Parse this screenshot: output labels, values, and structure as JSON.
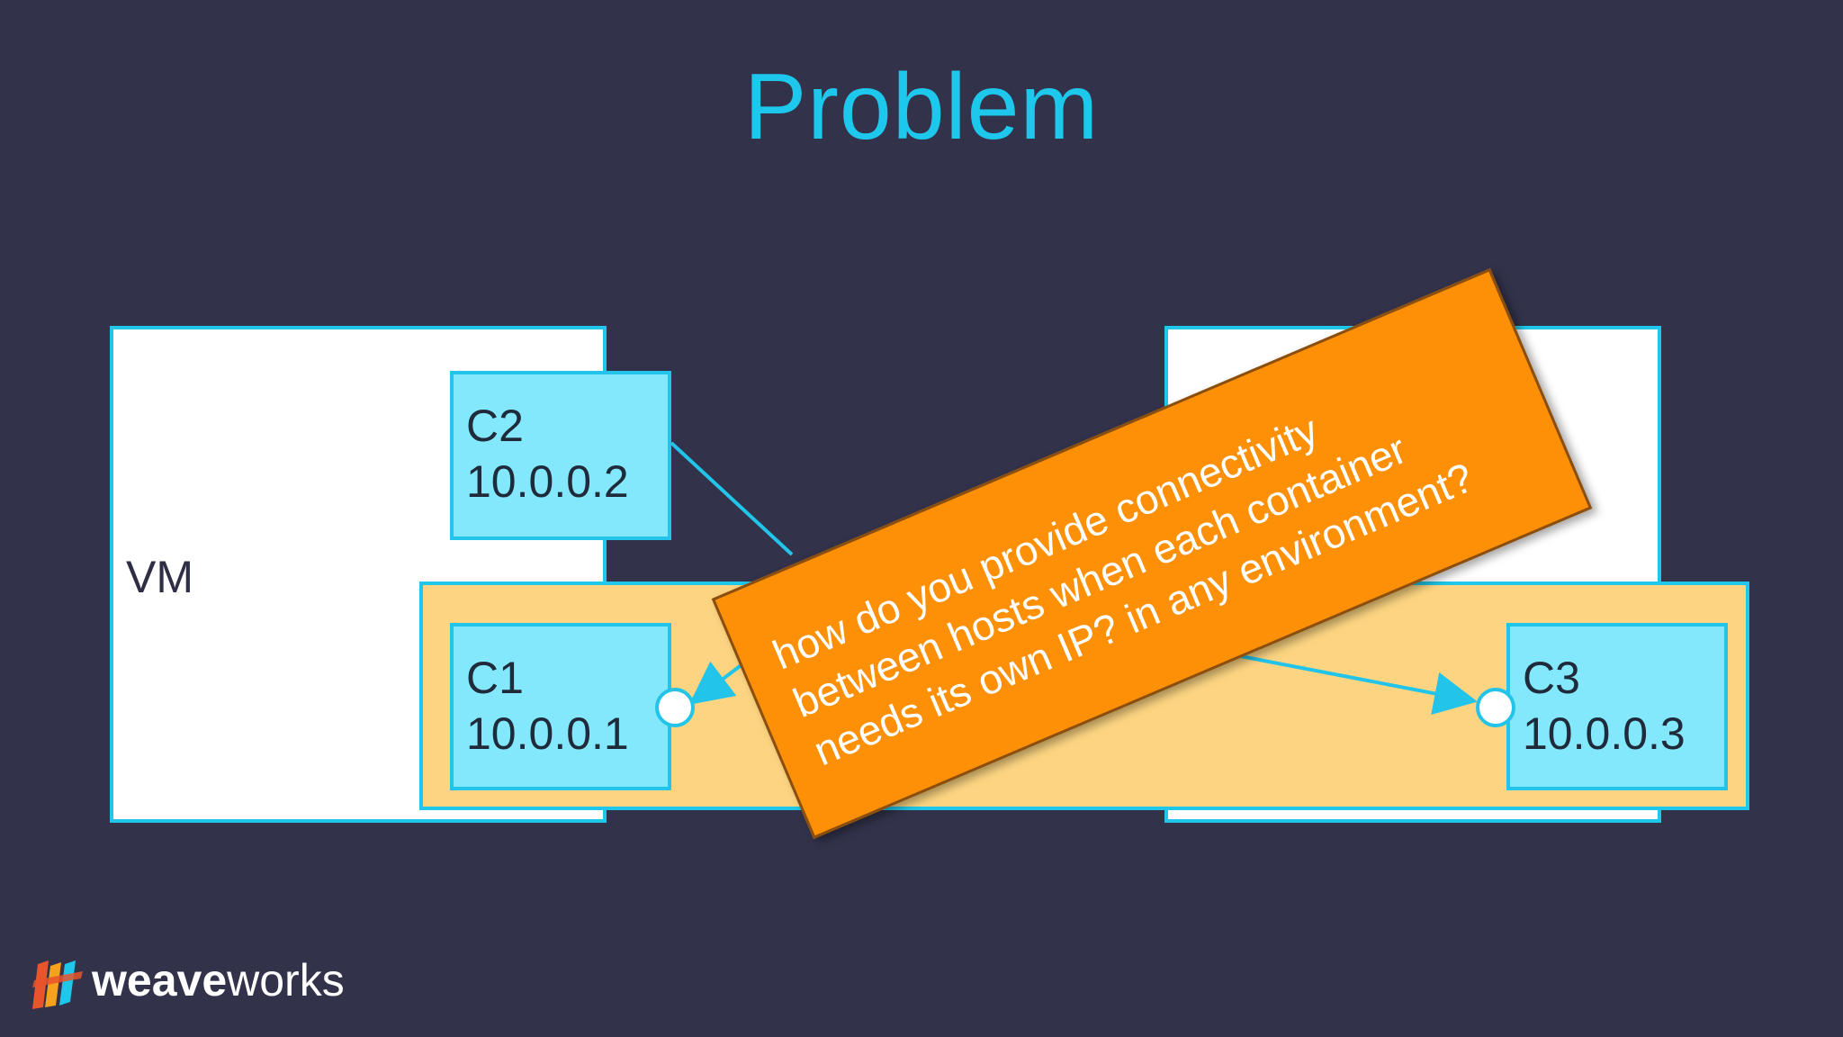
{
  "slide": {
    "title": "Problem"
  },
  "diagram": {
    "vm_label": "VM",
    "containers": [
      {
        "name": "C1",
        "ip": "10.0.0.1"
      },
      {
        "name": "C2",
        "ip": "10.0.0.2"
      },
      {
        "name": "C3",
        "ip": "10.0.0.3"
      }
    ]
  },
  "callout": {
    "lines": [
      "how do you provide connectivity",
      "between hosts when each container",
      "needs its own IP? in any environment?"
    ]
  },
  "logo": {
    "text_bold": "weave",
    "text_regular": "works"
  },
  "colors": {
    "background": "#32324b",
    "accent": "#1ec7ec",
    "network": "#fdd582",
    "container": "#83e8fc",
    "callout": "#fd9006"
  }
}
